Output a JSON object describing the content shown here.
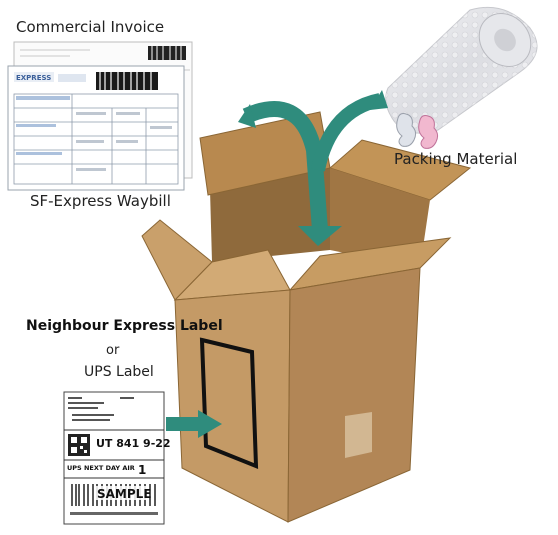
{
  "labels": {
    "commercial_invoice": "Commercial Invoice",
    "sf_express_waybill": "SF-Express Waybill",
    "packing_material": "Packing Material",
    "neighbour_express_label": "Neighbour Express Label",
    "or": "or",
    "ups_label": "UPS Label"
  },
  "ups_label_doc": {
    "tracking": "UT 841 9-22",
    "service": "UPS NEXT DAY AIR",
    "service_number": "1",
    "stamp": "SAMPLE"
  },
  "waybill_doc": {
    "brand": "EXPRESS"
  },
  "colors": {
    "arrow": "#2f8c7d",
    "box": "#c49a66",
    "box_dark": "#a27a47",
    "box_inner": "#8f6a3c",
    "label_frame": "#111111"
  }
}
